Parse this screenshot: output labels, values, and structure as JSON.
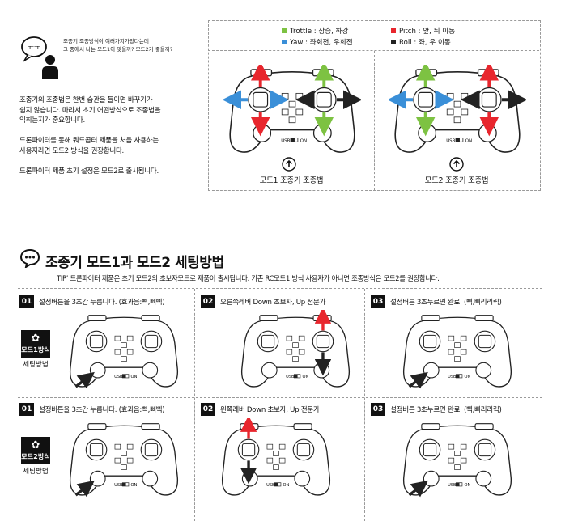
{
  "intro": {
    "bubble_text": "ㅠㅠ",
    "question_line1": "조종기 조종방식이 여러가지가있다는데",
    "question_line2": "그 중에서 나는 모드1이 맞을까? 모드2가 좋을까?",
    "para1_line1": "조종기의 조종법은 한번 습관을 들이면 바꾸기가",
    "para1_line2": "쉽지 않습니다. 따라서 초기 어떤방식으로 조종법을",
    "para1_line3": "익히는지가 중요합니다.",
    "para2_line1": "드론파이터를 통해 쿼드콥터 제품을 처음 사용하는",
    "para2_line2": "사용자라면 모드2 방식을 권장합니다.",
    "para3": "드론파이터 제품 초기 설정은 모드2로 출시됩니다."
  },
  "legend": [
    {
      "label": "Trottle : 상승, 하강",
      "color": "#7dc242"
    },
    {
      "label": "Pitch : 앞, 뒤 이동",
      "color": "#e8262d"
    },
    {
      "label": "Yaw : 좌회전, 우회전",
      "color": "#3a8fd8"
    },
    {
      "label": "Roll : 좌, 우 이동",
      "color": "#222222"
    }
  ],
  "modes": {
    "mode1_title": "모드1 조종기 조종법",
    "mode2_title": "모드2 조종기 조종법",
    "usb_label": "USB",
    "on_label": "ON"
  },
  "section": {
    "heading": "조종기 모드1과 모드2 세팅방법",
    "tip": "TIP’  드론파이터 제품은 초기 모드2의 초보자모드로 제품이 출시됩니다. 기존 RC모드1 방식 사용자가 아니면 조종방식은 모드2를 권장합니다."
  },
  "mode1_setting": {
    "badge_label": "모드1방식",
    "sub_label": "세팅방법",
    "steps": [
      {
        "num": "01",
        "label": "설정버튼을 3초간 누릅니다. (효과음:삑,삐삑)"
      },
      {
        "num": "02",
        "label": "오른쪽레버 Down 초보자, Up 전문가"
      },
      {
        "num": "03",
        "label": "설정버튼 3초누르면 완료. (삑,삐리리릭)"
      }
    ]
  },
  "mode2_setting": {
    "badge_label": "모드2방식",
    "sub_label": "세팅방법",
    "steps": [
      {
        "num": "01",
        "label": "설정버튼을 3초간 누릅니다. (효과음:삑,삐삑)"
      },
      {
        "num": "02",
        "label": "왼쪽레버 Down 초보자, Up 전문가"
      },
      {
        "num": "03",
        "label": "설정버튼 3초누르면 완료. (삑,삐리리릭)"
      }
    ]
  },
  "colors": {
    "green": "#7dc242",
    "red": "#e8262d",
    "blue": "#3a8fd8",
    "black": "#222222"
  }
}
